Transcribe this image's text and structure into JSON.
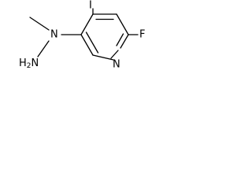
{
  "molecule": {
    "atoms": {
      "iodine": "I",
      "fluorine": "F",
      "ring_nitrogen": "N",
      "hydrazine_nitrogen": "N",
      "amine_nitrogen": "N",
      "amine_hydrogen": "H",
      "amine_hydrogen_count": "2"
    },
    "colors": {
      "bond": "#000000",
      "label": "#000000",
      "background": "#ffffff"
    }
  }
}
